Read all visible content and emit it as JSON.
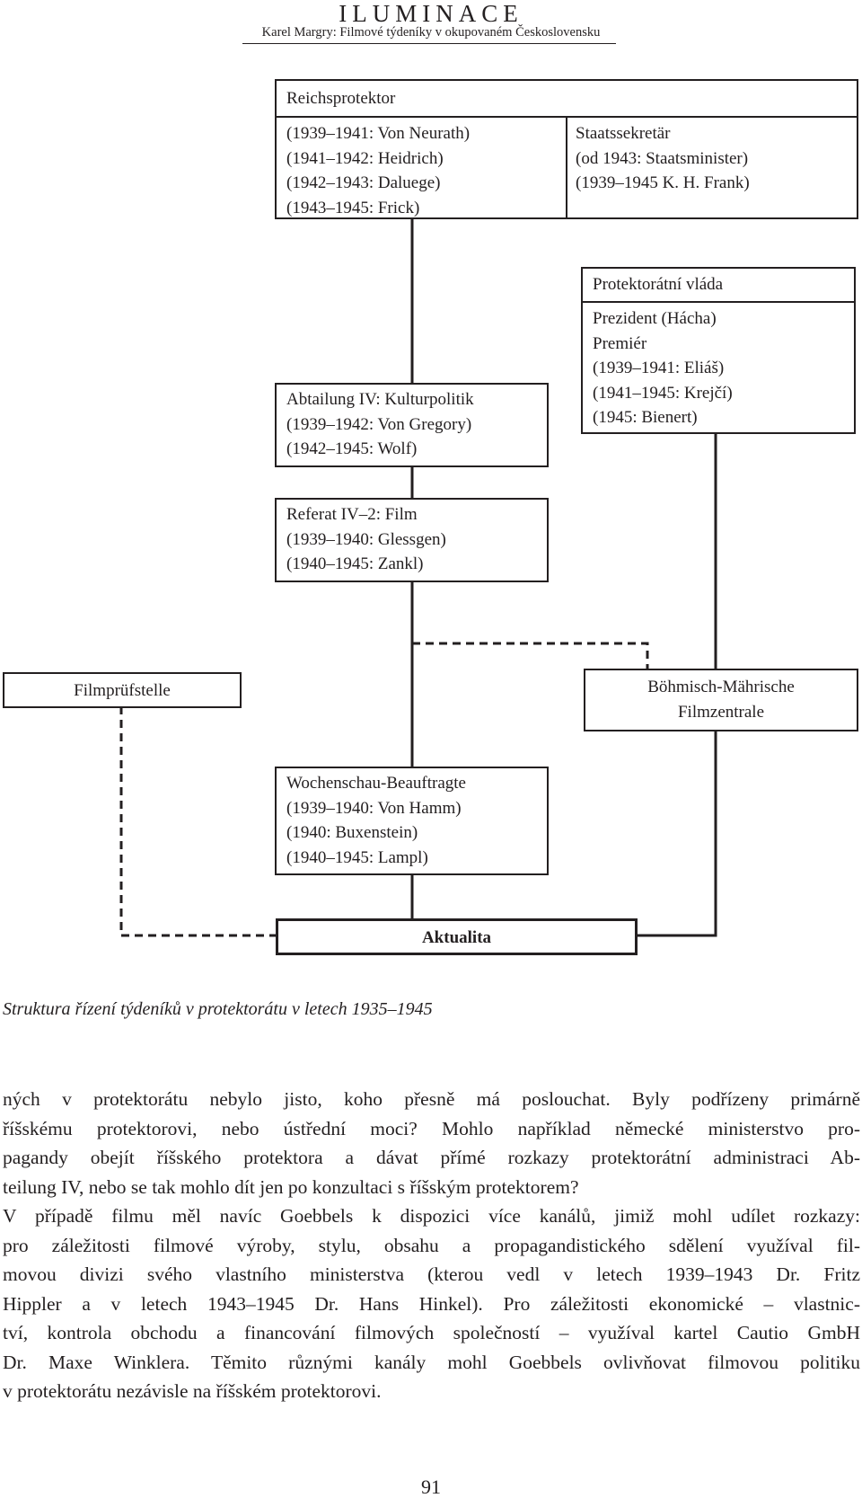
{
  "header": {
    "title": "ILUMINACE",
    "subtitle": "Karel Margry: Filmové týdeníky v okupovaném Československu"
  },
  "diagram": {
    "reichsprotektor": {
      "title": "Reichsprotektor",
      "lines": [
        "(1939–1941: Von Neurath)",
        "(1941–1942: Heidrich)",
        "(1942–1943: Daluege)",
        "(1943–1945: Frick)"
      ]
    },
    "staatssekretar": {
      "lines": [
        "Staatssekretär",
        "(od 1943: Staatsminister)",
        "(1939–1945 K. H. Frank)"
      ]
    },
    "protektoratni_vlada": {
      "title": "Protektorátní vláda",
      "lines": [
        "Prezident (Hácha)",
        "Premiér",
        "(1939–1941: Eliáš)",
        "(1941–1945: Krejčí)",
        "(1945: Bienert)"
      ]
    },
    "abtailung": {
      "lines": [
        "Abtailung IV: Kulturpolitik",
        "(1939–1942: Von Gregory)",
        "(1942–1945: Wolf)"
      ]
    },
    "referat": {
      "lines": [
        "Referat IV–2: Film",
        "(1939–1940: Glessgen)",
        "(1940–1945: Zankl)"
      ]
    },
    "filmprufstelle": {
      "label": "Filmprüfstelle"
    },
    "filmzentrale": {
      "lines": [
        "Böhmisch-Mährische",
        "Filmzentrale"
      ]
    },
    "wochenschau": {
      "lines": [
        "Wochenschau-Beauftragte",
        "(1939–1940: Von Hamm)",
        "(1940: Buxenstein)",
        "(1940–1945: Lampl)"
      ]
    },
    "aktualita": {
      "label": "Aktualita"
    }
  },
  "caption": "Struktura řízení týdeníků v protektorátu v letech 1935–1945",
  "body_lines": [
    "ných v protektorátu nebylo jisto, koho přesně má poslouchat. Byly podřízeny primárně",
    "říšskému protektorovi, nebo ústřední moci? Mohlo například německé ministerstvo pro-",
    "pagandy obejít říšského protektora a dávat přímé rozkazy protektorátní administraci Ab-",
    "teilung IV, nebo se tak mohlo dít jen po konzultaci s říšským protektorem?",
    "V případě filmu měl navíc Goebbels k dispozici více kanálů, jimiž mohl udílet rozkazy:",
    "pro záležitosti filmové výroby, stylu, obsahu a propagandistického sdělení využíval fil-",
    "movou divizi svého vlastního ministerstva (kterou vedl v letech 1939–1943 Dr. Fritz",
    "Hippler a v letech 1943–1945 Dr. Hans Hinkel). Pro záležitosti ekonomické – vlastnic-",
    "tví, kontrola obchodu a financování filmových společností – využíval kartel Cautio GmbH",
    "Dr. Maxe Winklera. Těmito různými kanály mohl Goebbels ovlivňovat filmovou politiku",
    "v protektorátu nezávisle na říšském protektorovi."
  ],
  "page_number": "91"
}
